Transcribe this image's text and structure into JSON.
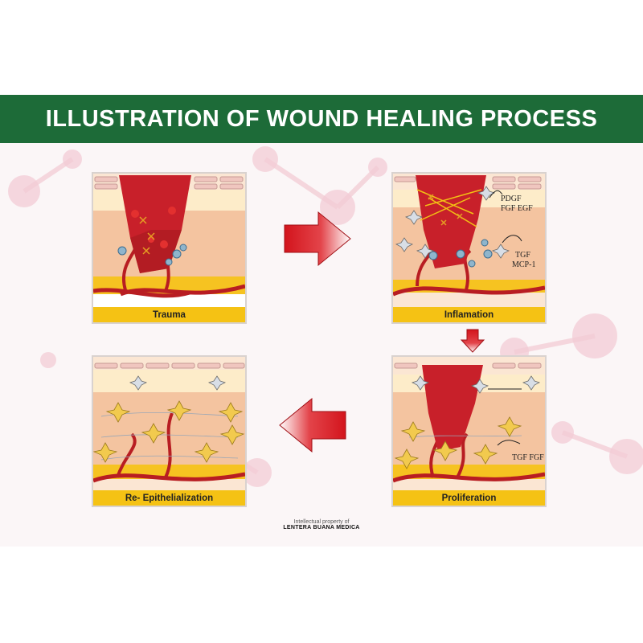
{
  "title": "ILLUSTRATION OF WOUND HEALING PROCESS",
  "colors": {
    "header_green": "#1d6b38",
    "caption_yellow": "#f5c214",
    "wound_red": "#c8202a",
    "tissue_peach": "#f4c4a0",
    "fat_yellow": "#f6c321"
  },
  "stages": [
    {
      "label": "Trauma"
    },
    {
      "label": "Inflamation"
    },
    {
      "label": "Proliferation"
    },
    {
      "label": "Re- Epithelialization"
    }
  ],
  "annotations": {
    "inflammation_top": "PDGF",
    "inflammation_top2": "FGF EGF",
    "inflammation_bottom": "TGF",
    "inflammation_bottom2": "MCP-1",
    "proliferation": "TGF FGF"
  },
  "footer": {
    "line1": "Intellectual property of",
    "line2": "LENTERA BUANA MEDICA"
  }
}
